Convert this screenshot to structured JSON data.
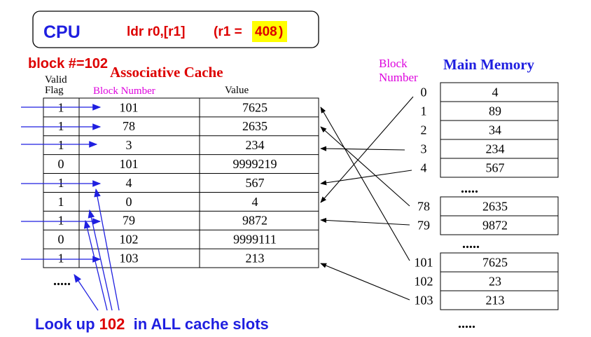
{
  "colors": {
    "blue": "#1f1fe0",
    "red": "#dd0000",
    "magenta": "#dd00dd",
    "highlight": "#ffff00",
    "black": "#000000"
  },
  "cpu": {
    "label": "CPU",
    "instruction": "ldr r0,[r1]",
    "register_prefix": "(r1 = ",
    "register_value": "408",
    "register_suffix": ")"
  },
  "block_label": "block #=102",
  "cache": {
    "title": "Associative Cache",
    "headers": {
      "valid_line1": "Valid",
      "valid_line2": "Flag",
      "block_number": "Block Number",
      "value": "Value"
    },
    "rows": [
      {
        "valid": "1",
        "block": "101",
        "value": "7625"
      },
      {
        "valid": "1",
        "block": "78",
        "value": "2635"
      },
      {
        "valid": "1",
        "block": "3",
        "value": "234"
      },
      {
        "valid": "0",
        "block": "101",
        "value": "9999219"
      },
      {
        "valid": "1",
        "block": "4",
        "value": "567"
      },
      {
        "valid": "1",
        "block": "0",
        "value": "4"
      },
      {
        "valid": "1",
        "block": "79",
        "value": "9872"
      },
      {
        "valid": "0",
        "block": "102",
        "value": "9999111"
      },
      {
        "valid": "1",
        "block": "103",
        "value": "213"
      }
    ],
    "ellipsis": "....."
  },
  "memory": {
    "title": "Main Memory",
    "block_number_line1": "Block",
    "block_number_line2": "Number",
    "group1": [
      {
        "block": "0",
        "value": "4"
      },
      {
        "block": "1",
        "value": "89"
      },
      {
        "block": "2",
        "value": "34"
      },
      {
        "block": "3",
        "value": "234"
      },
      {
        "block": "4",
        "value": "567"
      }
    ],
    "group2": [
      {
        "block": "78",
        "value": "2635"
      },
      {
        "block": "79",
        "value": "9872"
      }
    ],
    "group3": [
      {
        "block": "101",
        "value": "7625"
      },
      {
        "block": "102",
        "value": "23"
      },
      {
        "block": "103",
        "value": "213"
      }
    ],
    "ellipsis": "....."
  },
  "caption": {
    "prefix": "Look up ",
    "number": "102",
    "suffix": "  in ALL cache slots"
  }
}
